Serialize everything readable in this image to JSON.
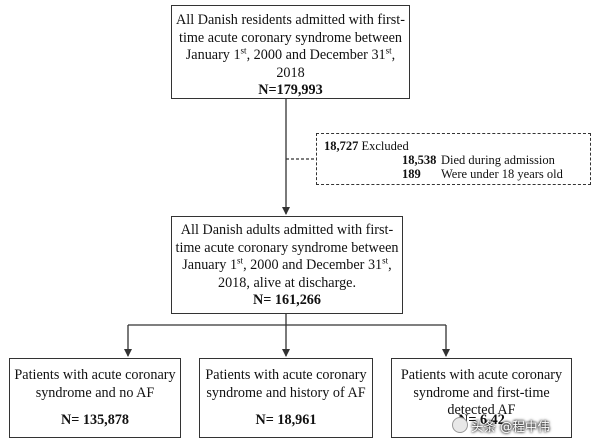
{
  "top_box": {
    "line1": "All Danish residents admitted with first-",
    "line2": "time acute coronary syndrome between",
    "line3_a": "January 1",
    "line3_sup1": "st",
    "line3_b": ", 2000 and December 31",
    "line3_sup2": "st",
    "line3_c": ",",
    "line4": "2018",
    "count": "N=179,993"
  },
  "excluded": {
    "count": "18,727",
    "label": "Excluded",
    "items": [
      {
        "count": "18,538",
        "reason": "Died during admission"
      },
      {
        "count": "189",
        "reason": "Were under 18 years old"
      }
    ]
  },
  "middle_box": {
    "line1": "All Danish adults admitted with first-",
    "line2": "time acute coronary syndrome between",
    "line3_a": "January 1",
    "line3_sup1": "st",
    "line3_b": ", 2000 and December 31",
    "line3_sup2": "st",
    "line3_c": ",",
    "line4": "2018, alive at discharge.",
    "count": "N= 161,266"
  },
  "groups": [
    {
      "line1": "Patients with acute coronary",
      "line2": "syndrome and no AF",
      "line3": "",
      "count": "N= 135,878"
    },
    {
      "line1": "Patients with acute coronary",
      "line2": "syndrome and history of AF",
      "line3": "",
      "count": "N= 18,961"
    },
    {
      "line1": "Patients with acute coronary",
      "line2": "syndrome and first-time",
      "line3": "detected AF",
      "count": "N= 6,42"
    }
  ],
  "watermark": {
    "text": "头条 @程中伟"
  }
}
